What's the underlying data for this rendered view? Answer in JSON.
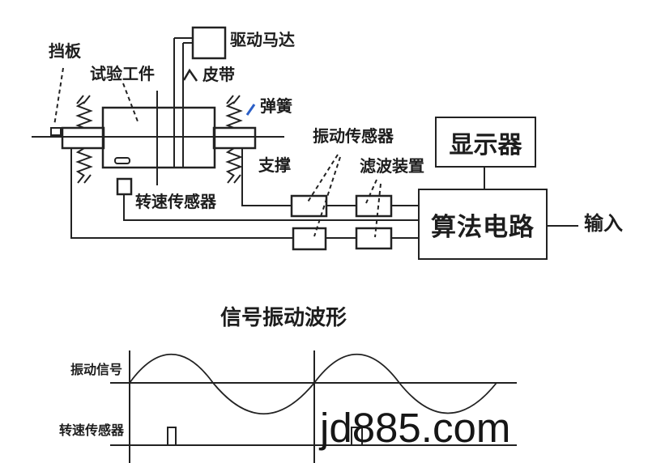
{
  "diagram": {
    "labels": {
      "baffle": "挡板",
      "workpiece": "试验工件",
      "motor": "驱动马达",
      "belt": "皮带",
      "spring": "弹簧",
      "support": "支撑",
      "speed_sensor": "转速传感器",
      "vibration_sensor": "振动传感器",
      "filter": "滤波装置",
      "display": "显示器",
      "algorithm": "算法电路",
      "input": "输入"
    }
  },
  "waveform": {
    "title": "信号振动波形",
    "row1_label": "振动信号",
    "row2_label": "转速传感器",
    "type": "line",
    "cycles": 2,
    "pulses_per_cycle": 1,
    "description": "Two sine cycles of the vibration signal; one tachometer pulse at the start of each cycle"
  },
  "watermark": {
    "text": "jd885.com"
  },
  "colors": {
    "ink": "#222222",
    "spring_leader_blue": "#2b5fc7",
    "background": "#ffffff"
  }
}
